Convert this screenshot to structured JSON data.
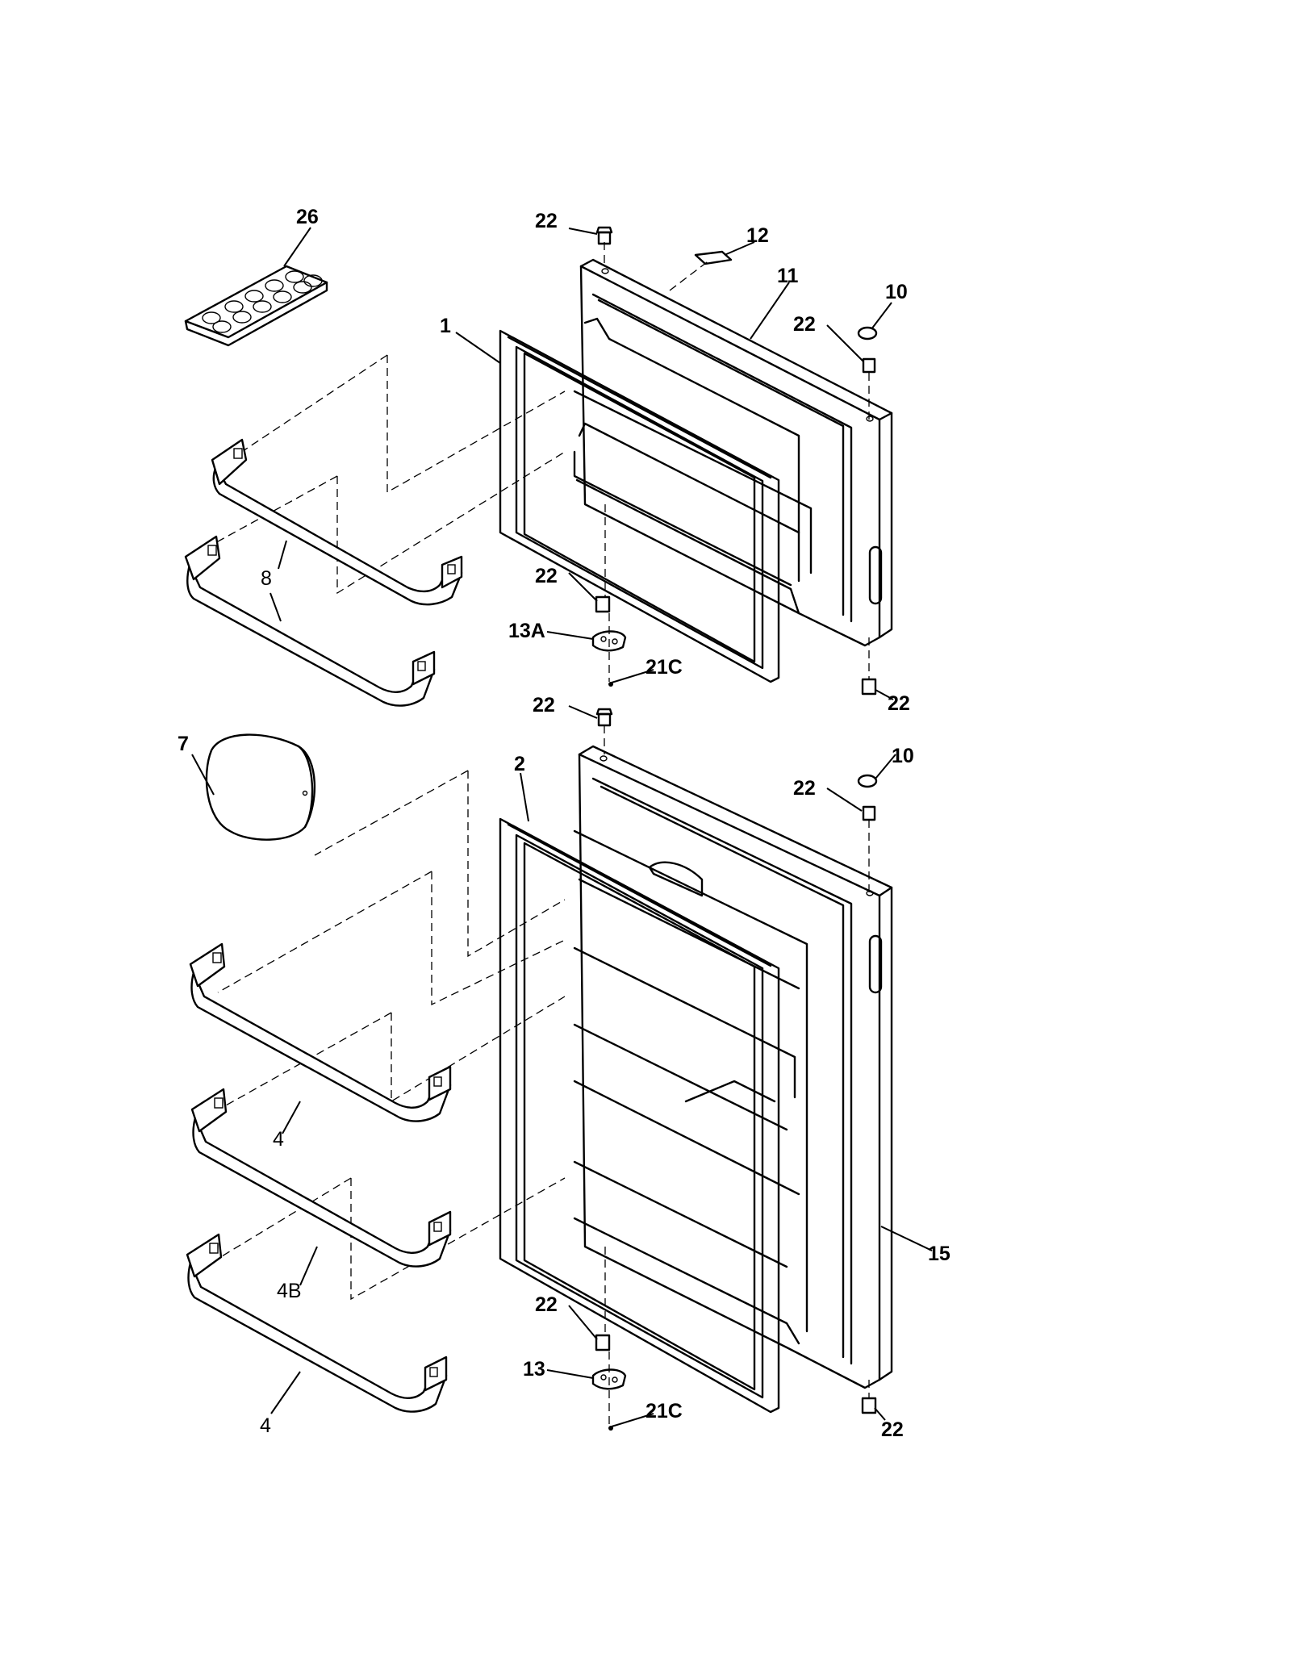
{
  "callouts": {
    "c26": "26",
    "c22_top_hinge": "22",
    "c12": "12",
    "c11": "11",
    "c10_top": "10",
    "c22_top_right": "22",
    "c1": "1",
    "c8": "8",
    "c22_mid_hinge": "22",
    "c13A": "13A",
    "c21C_top": "21C",
    "c22_top_bottom_right": "22",
    "c22_lower_hinge": "22",
    "c7": "7",
    "c2": "2",
    "c10_bottom": "10",
    "c22_lower_right": "22",
    "c4_upper": "4",
    "c4B": "4B",
    "c15": "15",
    "c22_bottom_hinge": "22",
    "c13": "13",
    "c21C_bottom": "21C",
    "c4_lower": "4",
    "c22_bottom_right": "22"
  }
}
